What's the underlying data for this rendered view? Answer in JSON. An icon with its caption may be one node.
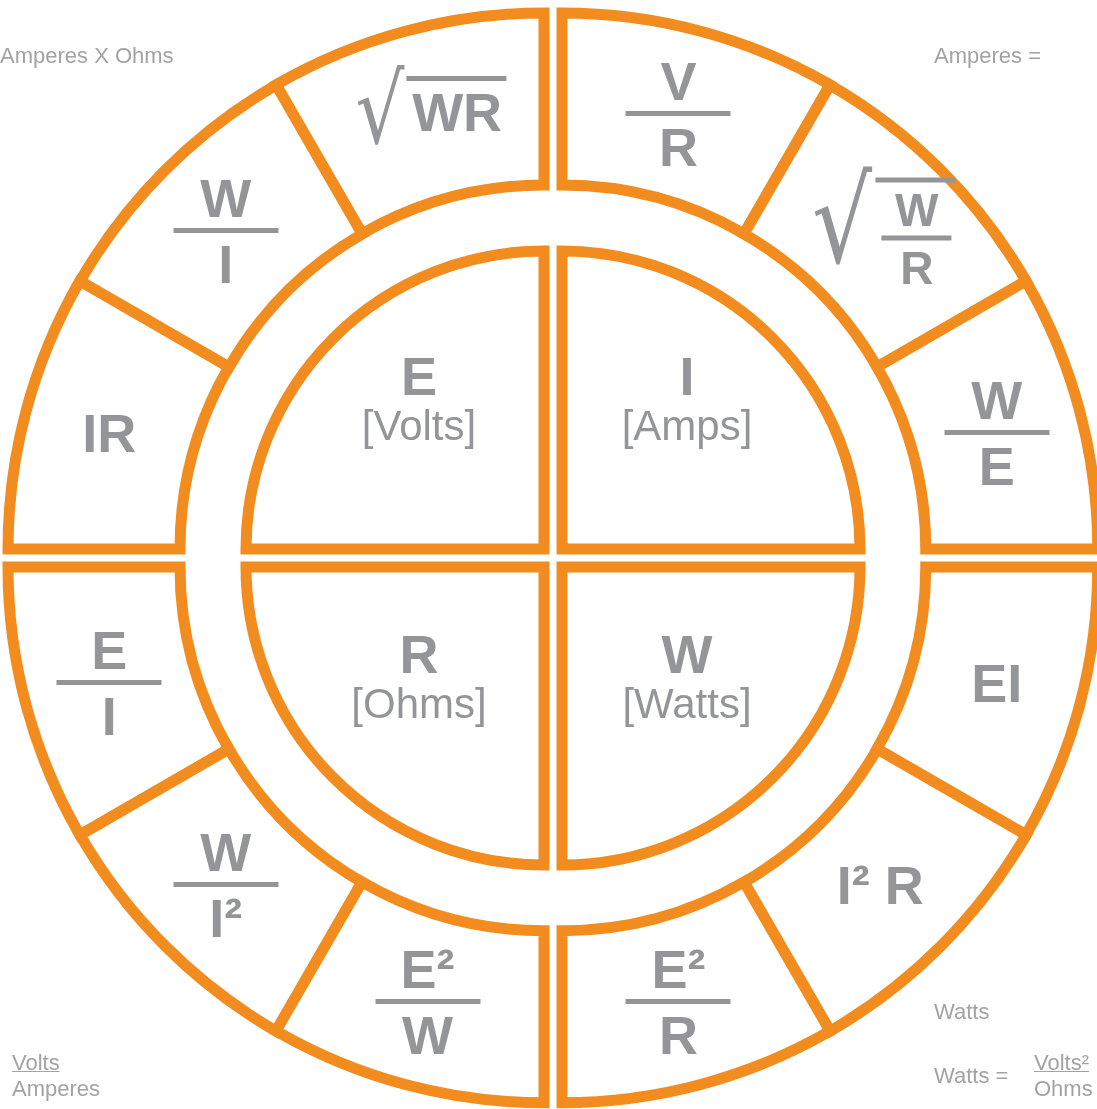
{
  "diagram": {
    "nodes": [
      {
        "text": [
          "E",
          "[Volts]"
        ]
      },
      {
        "text": [
          "I",
          "[Amps]"
        ]
      },
      {
        "text": [
          "R",
          "[Ohms]"
        ]
      },
      {
        "text": [
          "W",
          "[Watts]"
        ]
      },
      {
        "text": [
          "√",
          "WR"
        ]
      },
      {
        "text": [
          "W",
          "I"
        ]
      },
      {
        "text": [
          "IR"
        ]
      },
      {
        "text": [
          "V",
          "R"
        ]
      },
      {
        "text": [
          "√",
          "W",
          "R"
        ]
      },
      {
        "text": [
          "W",
          "E"
        ]
      },
      {
        "text": [
          "E",
          "I"
        ]
      },
      {
        "text": [
          "W",
          "I²"
        ]
      },
      {
        "text": [
          "E²",
          "W"
        ]
      },
      {
        "text": [
          "EI"
        ]
      },
      {
        "text": [
          "I² R"
        ]
      },
      {
        "text": [
          "E²",
          "R"
        ]
      }
    ],
    "labels": [
      "Amperes X Ohms",
      "Amperes =",
      "Watts",
      "Volts",
      "Volts²",
      "Watts =",
      "Amperes",
      "Ohms"
    ]
  }
}
